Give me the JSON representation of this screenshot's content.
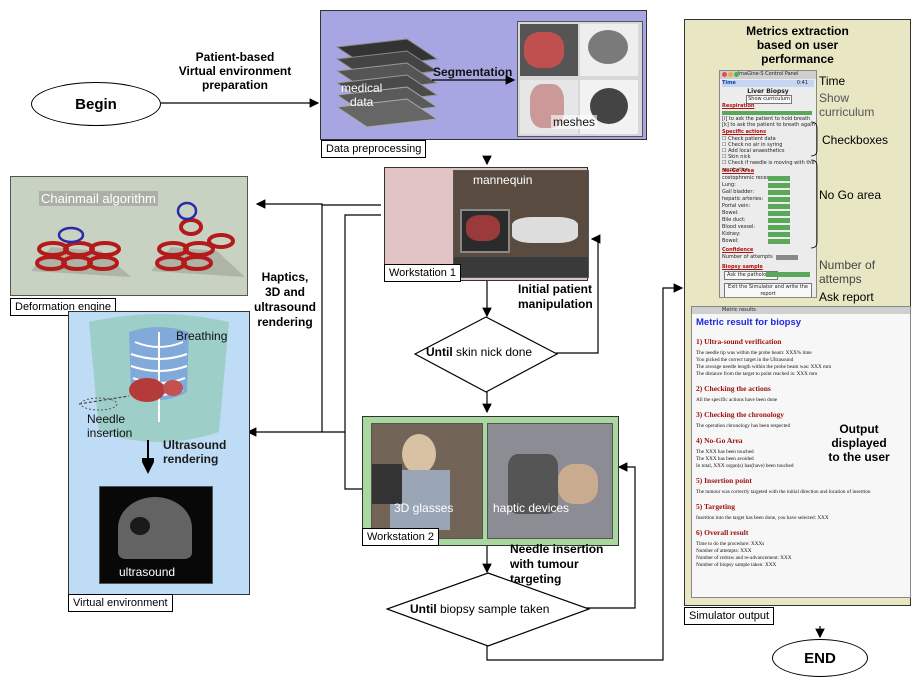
{
  "begin": "Begin",
  "end": "END",
  "prep_title": "Patient-based\nVirtual environment\npreparation",
  "data_preprocessing": {
    "label": "Data preprocessing",
    "medical_data": "medical\ndata",
    "segmentation": "Segmentation",
    "meshes": "meshes"
  },
  "workstation1": {
    "label": "Workstation 1",
    "mannequin": "mannequin"
  },
  "workstation2": {
    "label": "Workstation 2",
    "glasses": "3D glasses",
    "haptic": "haptic devices"
  },
  "deformation": {
    "label": "Deformation engine",
    "algorithm": "Chainmail algorithm"
  },
  "haptics_rendering": "Haptics,\n3D and\nultrasound\nrendering",
  "virtual_env": {
    "label": "Virtual environment",
    "breathing": "Breathing",
    "needle": "Needle\ninsertion",
    "us_rendering": "Ultrasound\nrendering",
    "ultrasound": "ultrasound"
  },
  "initial_manip": "Initial patient\nmanipulation",
  "decision1": {
    "bold": "Until",
    "rest": " skin nick done"
  },
  "needle_tumour": "Needle insertion\nwith tumour\ntargeting",
  "decision2": {
    "bold": "Until",
    "rest": " biopsy sample taken"
  },
  "metrics": {
    "title": "Metrics extraction\nbased on user\nperformance",
    "time": "Time",
    "show_curriculum": "Show\ncurriculum",
    "checkboxes": "Checkboxes",
    "no_go": "No Go area",
    "attempts": "Number of\nattemps",
    "ask_report": "Ask report",
    "output": "Output\ndisplayed\nto the user",
    "simulator_output": "Simulator output"
  },
  "panel": {
    "titlebar": "ImaGine-S Control Panel",
    "time_label": "Time",
    "time_value": "0:41",
    "heading": "Liver Biopsy",
    "show_btn": "Show curriculum",
    "respiration": "Respiration",
    "resp_lines": [
      "[i] to ask the patient to hold breath",
      "[k] to ask the patient to breath again"
    ],
    "specific": "Specific actions",
    "checks": [
      "Check patient data",
      "Check no air in syring",
      "Add local anaesthetics",
      "Skin nick",
      "Check if needle is moving with the respiration"
    ],
    "nogo": "No-Go Area",
    "organs": [
      "costophrenic recess:",
      "Lung:",
      "Gall bladder:",
      "hepatic arteries:",
      "Portal vein:",
      "Bowel:",
      "Bile duct:",
      "Blood vessel:",
      "Kidney:",
      "Bowel:"
    ],
    "confidence": "Confidence",
    "attempts_label": "Number of attempts",
    "biopsy": "Biopsy sample",
    "ask_btn": "Ask the pathologist",
    "exit_btn": "Exit the Simulator and write the report"
  },
  "results": {
    "tab": "Metric results",
    "title": "Metric result for biopsy",
    "sections": [
      {
        "head": "1) Ultra-sound verification",
        "lines": [
          "The needle tip was within the probe beam: XXX% time",
          "You picked the correct target in the Ultrasound",
          "The average needle length within the probe beam was: XXX mm",
          "The distance from the target to point reached is: XXX mm"
        ]
      },
      {
        "head": "2) Checking the actions",
        "lines": [
          "All the specific actions have been done"
        ]
      },
      {
        "head": "3) Checking the chronology",
        "lines": [
          "The operation chronology has been respected"
        ]
      },
      {
        "head": "4) No-Go Area",
        "lines": [
          "The XXX has been touched",
          "The XXX has been avoided",
          "In total, XXX organ(s) has(have) been touched"
        ]
      },
      {
        "head": "5) Insertion point",
        "lines": [
          "The tumour was correctly targeted with the initial direction and location of insertion"
        ]
      },
      {
        "head": "5) Targeting",
        "lines": [
          "Insertion into the target has been done, you have selected: XXX"
        ]
      },
      {
        "head": "6) Overall result",
        "lines": [
          "Time to do the procedure: XXXs",
          "Number of attempts: XXX",
          "Number of redraw and re-advancement: XXX",
          "Number of biopsy sample taken: XXX"
        ]
      }
    ]
  }
}
